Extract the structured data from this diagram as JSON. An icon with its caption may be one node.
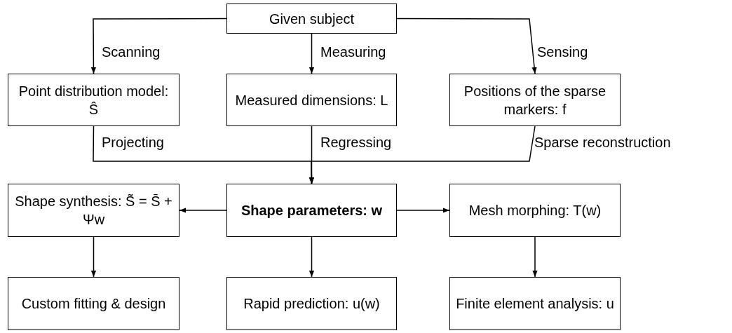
{
  "diagram": {
    "nodes": [
      {
        "text": [
          "Given subject"
        ]
      },
      {
        "text": [
          "Point distribution model: Ŝ"
        ]
      },
      {
        "text": [
          "Measured dimensions: L"
        ]
      },
      {
        "text": [
          "Positions of the sparse markers: f"
        ]
      },
      {
        "text": [
          "Shape parameters: w"
        ]
      },
      {
        "text": [
          "Shape synthesis: S̃ = S̄ + Ψw"
        ]
      },
      {
        "text": [
          "Mesh morphing: T(w)"
        ]
      },
      {
        "text": [
          "Custom fitting & design"
        ]
      },
      {
        "text": [
          "Rapid prediction: u(w)"
        ]
      },
      {
        "text": [
          "Finite element analysis: u"
        ]
      }
    ],
    "edges": [
      {
        "from": 0,
        "to": 1,
        "arrow": "to",
        "label": "Scanning"
      },
      {
        "from": 0,
        "to": 2,
        "arrow": "to",
        "label": "Measuring"
      },
      {
        "from": 0,
        "to": 3,
        "arrow": "to",
        "label": "Sensing"
      },
      {
        "from": 1,
        "to": 4,
        "arrow": "to",
        "label": "Projecting"
      },
      {
        "from": 2,
        "to": 4,
        "arrow": "to",
        "label": "Regressing"
      },
      {
        "from": 3,
        "to": 4,
        "arrow": "to",
        "label": "Sparse reconstruction"
      },
      {
        "from": 4,
        "to": 5,
        "arrow": "to"
      },
      {
        "from": 4,
        "to": 6,
        "arrow": "to"
      },
      {
        "from": 5,
        "to": 7,
        "arrow": "to"
      },
      {
        "from": 4,
        "to": 8,
        "arrow": "to"
      },
      {
        "from": 6,
        "to": 9,
        "arrow": "to"
      }
    ]
  }
}
